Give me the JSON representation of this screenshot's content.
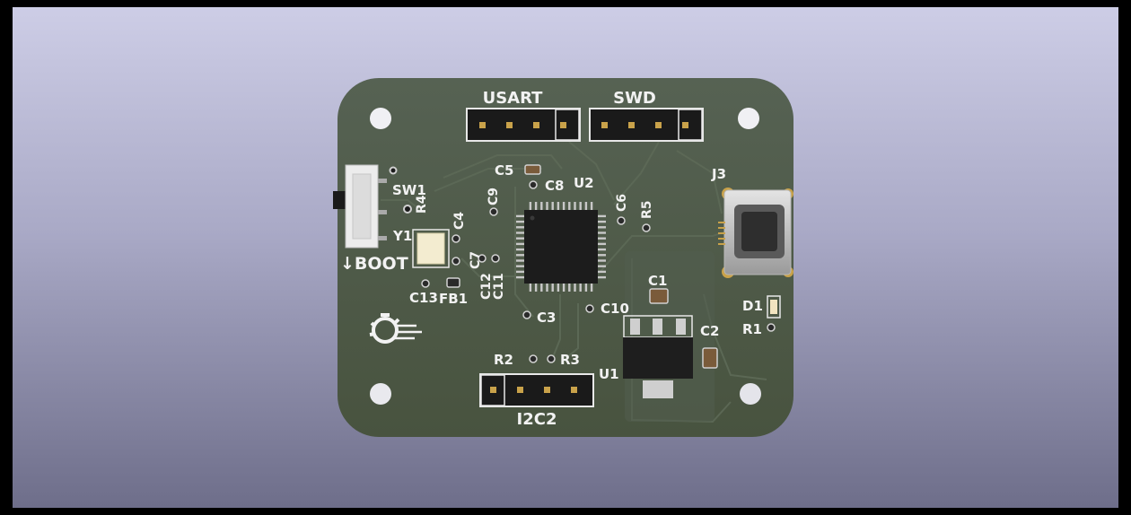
{
  "board": {
    "headers": {
      "usart": "USART",
      "swd": "SWD",
      "i2c": "I2C2"
    },
    "refs": {
      "sw1": "SW1",
      "r4": "R4",
      "c4": "C4",
      "y1": "Y1",
      "boot": "↓BOOT",
      "c13": "C13",
      "fb1": "FB1",
      "c7": "C7",
      "c12": "C12",
      "c11": "C11",
      "c5": "C5",
      "c8": "C8",
      "c9": "C9",
      "u2": "U2",
      "c6": "C6",
      "r5": "R5",
      "j3": "J3",
      "c1": "C1",
      "c2": "C2",
      "d1": "D1",
      "r1": "R1",
      "c3": "C3",
      "c10": "C10",
      "r2": "R2",
      "r3": "R3",
      "u1": "U1"
    }
  },
  "colors": {
    "soldermask": "#4c5749",
    "silkscreen": "#f2f2f2",
    "copper_pad": "#c9a24a",
    "component_body": "#222222"
  }
}
